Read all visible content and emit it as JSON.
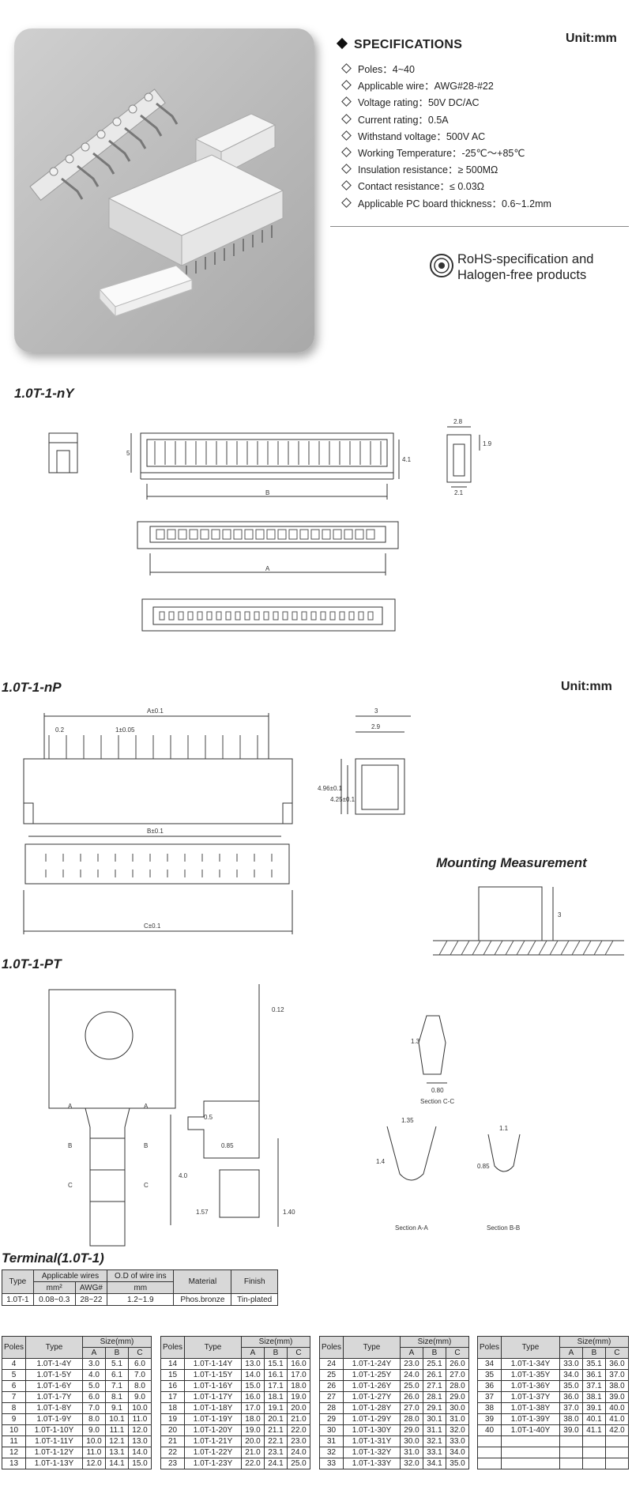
{
  "specs": {
    "title": "SPECIFICATIONS",
    "unit": "Unit:mm",
    "items": [
      "Poles：4~40",
      "Applicable wire：AWG#28-#22",
      "Voltage rating：50V DC/AC",
      "Current rating：0.5A",
      "Withstand voltage：500V AC",
      "Working Temperature：-25℃～+85℃",
      "Insulation resistance：≥ 500MΩ",
      "Contact resistance：≤ 0.03Ω",
      "Applicable PC board thickness：0.6~1.2mm"
    ],
    "rohs_line1": "RoHS-specification and",
    "rohs_line2": "Halogen-free products"
  },
  "sections": {
    "ny": "1.0T-1-nY",
    "np": "1.0T-1-nP",
    "np_unit": "Unit:mm",
    "mounting": "Mounting Measurement",
    "pt": "1.0T-1-PT",
    "terminal": "Terminal(1.0T-1)"
  },
  "dims": {
    "ny_5": "5",
    "ny_b": "B",
    "ny_a": "A",
    "ny_41": "4.1",
    "ny_28": "2.8",
    "ny_19": "1.9",
    "ny_21": "2.1",
    "np_a": "A±0.1",
    "np_02": "0.2",
    "np_1": "1±0.05",
    "np_496": "4.96±0.1",
    "np_425": "4.25±0.1",
    "np_3": "3",
    "np_29": "2.9",
    "np_b": "B±0.1",
    "np_c": "C±0.1",
    "mount_3": "3",
    "pt_012": "0.12",
    "pt_05": "0.5",
    "pt_085": "0.85",
    "pt_40": "4.0",
    "pt_157": "1.57",
    "pt_140": "1.40",
    "lbl_a": "A",
    "lbl_b": "B",
    "lbl_c": "C",
    "cc_13": "1.3",
    "cc_080": "0.80",
    "cc_label": "Section C-C",
    "aa_135": "1.35",
    "aa_14": "1.4",
    "aa_label": "Section A-A",
    "bb_11": "1.1",
    "bb_085": "0.85",
    "bb_label": "Section B-B"
  },
  "terminal_table": {
    "headers": [
      "Type",
      "Applicable wires",
      "O.D of wire ins",
      "Material",
      "Finish"
    ],
    "subheaders": [
      "mm²",
      "AWG#",
      "mm"
    ],
    "row": [
      "1.0T-1",
      "0.08~0.3",
      "28~22",
      "1.2~1.9",
      "Phos.bronze",
      "Tin-plated"
    ]
  },
  "size_tables": {
    "h_poles": "Poles",
    "h_type": "Type",
    "h_size": "Size(mm)",
    "h_a": "A",
    "h_b": "B",
    "h_c": "C",
    "groups": [
      [
        [
          "4",
          "1.0T-1-4Y",
          "3.0",
          "5.1",
          "6.0"
        ],
        [
          "5",
          "1.0T-1-5Y",
          "4.0",
          "6.1",
          "7.0"
        ],
        [
          "6",
          "1.0T-1-6Y",
          "5.0",
          "7.1",
          "8.0"
        ],
        [
          "7",
          "1.0T-1-7Y",
          "6.0",
          "8.1",
          "9.0"
        ],
        [
          "8",
          "1.0T-1-8Y",
          "7.0",
          "9.1",
          "10.0"
        ],
        [
          "9",
          "1.0T-1-9Y",
          "8.0",
          "10.1",
          "11.0"
        ],
        [
          "10",
          "1.0T-1-10Y",
          "9.0",
          "11.1",
          "12.0"
        ],
        [
          "11",
          "1.0T-1-11Y",
          "10.0",
          "12.1",
          "13.0"
        ],
        [
          "12",
          "1.0T-1-12Y",
          "11.0",
          "13.1",
          "14.0"
        ],
        [
          "13",
          "1.0T-1-13Y",
          "12.0",
          "14.1",
          "15.0"
        ]
      ],
      [
        [
          "14",
          "1.0T-1-14Y",
          "13.0",
          "15.1",
          "16.0"
        ],
        [
          "15",
          "1.0T-1-15Y",
          "14.0",
          "16.1",
          "17.0"
        ],
        [
          "16",
          "1.0T-1-16Y",
          "15.0",
          "17.1",
          "18.0"
        ],
        [
          "17",
          "1.0T-1-17Y",
          "16.0",
          "18.1",
          "19.0"
        ],
        [
          "18",
          "1.0T-1-18Y",
          "17.0",
          "19.1",
          "20.0"
        ],
        [
          "19",
          "1.0T-1-19Y",
          "18.0",
          "20.1",
          "21.0"
        ],
        [
          "20",
          "1.0T-1-20Y",
          "19.0",
          "21.1",
          "22.0"
        ],
        [
          "21",
          "1.0T-1-21Y",
          "20.0",
          "22.1",
          "23.0"
        ],
        [
          "22",
          "1.0T-1-22Y",
          "21.0",
          "23.1",
          "24.0"
        ],
        [
          "23",
          "1.0T-1-23Y",
          "22.0",
          "24.1",
          "25.0"
        ]
      ],
      [
        [
          "24",
          "1.0T-1-24Y",
          "23.0",
          "25.1",
          "26.0"
        ],
        [
          "25",
          "1.0T-1-25Y",
          "24.0",
          "26.1",
          "27.0"
        ],
        [
          "26",
          "1.0T-1-26Y",
          "25.0",
          "27.1",
          "28.0"
        ],
        [
          "27",
          "1.0T-1-27Y",
          "26.0",
          "28.1",
          "29.0"
        ],
        [
          "28",
          "1.0T-1-28Y",
          "27.0",
          "29.1",
          "30.0"
        ],
        [
          "29",
          "1.0T-1-29Y",
          "28.0",
          "30.1",
          "31.0"
        ],
        [
          "30",
          "1.0T-1-30Y",
          "29.0",
          "31.1",
          "32.0"
        ],
        [
          "31",
          "1.0T-1-31Y",
          "30.0",
          "32.1",
          "33.0"
        ],
        [
          "32",
          "1.0T-1-32Y",
          "31.0",
          "33.1",
          "34.0"
        ],
        [
          "33",
          "1.0T-1-33Y",
          "32.0",
          "34.1",
          "35.0"
        ]
      ],
      [
        [
          "34",
          "1.0T-1-34Y",
          "33.0",
          "35.1",
          "36.0"
        ],
        [
          "35",
          "1.0T-1-35Y",
          "34.0",
          "36.1",
          "37.0"
        ],
        [
          "36",
          "1.0T-1-36Y",
          "35.0",
          "37.1",
          "38.0"
        ],
        [
          "37",
          "1.0T-1-37Y",
          "36.0",
          "38.1",
          "39.0"
        ],
        [
          "38",
          "1.0T-1-38Y",
          "37.0",
          "39.1",
          "40.0"
        ],
        [
          "39",
          "1.0T-1-39Y",
          "38.0",
          "40.1",
          "41.0"
        ],
        [
          "40",
          "1.0T-1-40Y",
          "39.0",
          "41.1",
          "42.0"
        ],
        [
          "",
          "",
          "",
          "",
          ""
        ],
        [
          "",
          "",
          "",
          "",
          ""
        ],
        [
          "",
          "",
          "",
          "",
          ""
        ]
      ]
    ]
  }
}
